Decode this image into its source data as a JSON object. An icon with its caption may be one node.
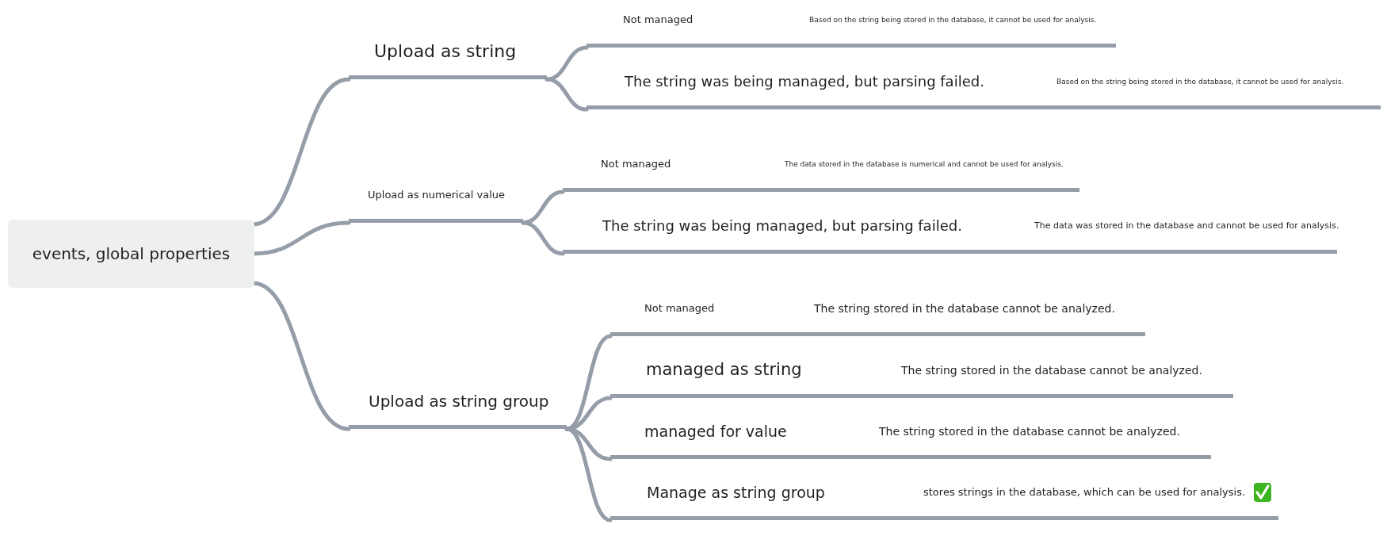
{
  "diagram": {
    "nodes": [
      {
        "text": [
          "events, global properties"
        ]
      },
      {
        "text": [
          "Upload as string"
        ]
      },
      {
        "text": [
          "Not managed",
          "Based on the string being stored in the database, it cannot be used for analysis."
        ]
      },
      {
        "text": [
          "The string was being managed, but parsing failed.",
          "Based on the string being stored in the database, it cannot be used for analysis."
        ]
      },
      {
        "text": [
          "Upload as numerical value"
        ]
      },
      {
        "text": [
          "Not managed",
          "The data stored in the database is numerical and cannot be used for analysis."
        ]
      },
      {
        "text": [
          "The string was being managed, but parsing failed.",
          "The data was stored in the database and cannot be used for analysis."
        ]
      },
      {
        "text": [
          "Upload as string group"
        ]
      },
      {
        "text": [
          "Not managed",
          "The string stored in the database cannot be analyzed."
        ]
      },
      {
        "text": [
          "managed as string",
          "The string stored in the database cannot be analyzed."
        ]
      },
      {
        "text": [
          "managed for value",
          "The string stored in the database cannot be analyzed."
        ]
      },
      {
        "text": [
          "Manage as string group",
          "stores strings in the database, which can be used for analysis."
        ]
      }
    ],
    "edges": [
      {
        "from": 0,
        "to": 1,
        "arrow": "none"
      },
      {
        "from": 1,
        "to": 2,
        "arrow": "none"
      },
      {
        "from": 1,
        "to": 3,
        "arrow": "none"
      },
      {
        "from": 0,
        "to": 4,
        "arrow": "none"
      },
      {
        "from": 4,
        "to": 5,
        "arrow": "none"
      },
      {
        "from": 4,
        "to": 6,
        "arrow": "none"
      },
      {
        "from": 0,
        "to": 7,
        "arrow": "none"
      },
      {
        "from": 7,
        "to": 8,
        "arrow": "none"
      },
      {
        "from": 7,
        "to": 9,
        "arrow": "none"
      },
      {
        "from": 7,
        "to": 10,
        "arrow": "none"
      },
      {
        "from": 7,
        "to": 11,
        "arrow": "none"
      }
    ]
  }
}
